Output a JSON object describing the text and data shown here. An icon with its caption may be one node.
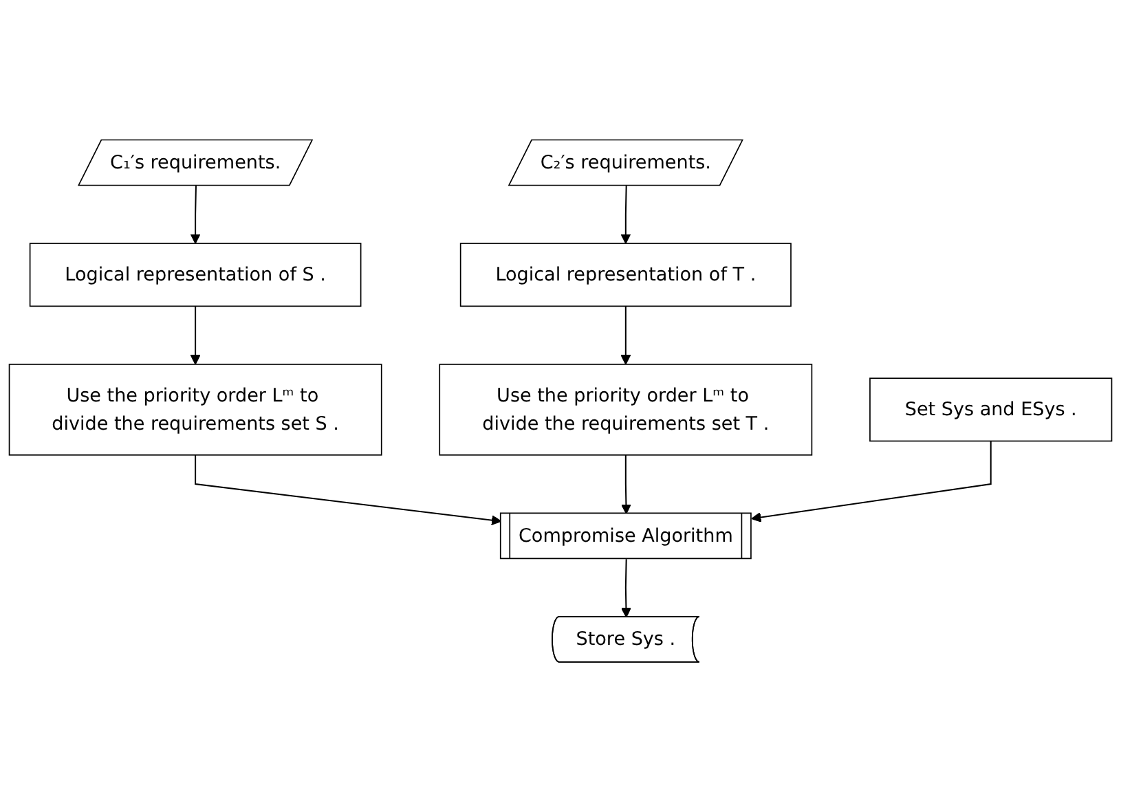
{
  "diagram": {
    "nodes": [
      {
        "text": [
          "C₁′s requirements."
        ]
      },
      {
        "text": [
          "Logical representation of S ."
        ]
      },
      {
        "text": [
          "Use the priority order Lᵐ to divide the requirements set S ."
        ]
      },
      {
        "text": [
          "C₂′s requirements."
        ]
      },
      {
        "text": [
          "Logical representation of T ."
        ]
      },
      {
        "text": [
          "Use the priority order Lᵐ to divide the requirements set T ."
        ]
      },
      {
        "text": [
          "Set Sys and ESys ."
        ]
      },
      {
        "text": [
          "Compromise Algorithm"
        ]
      },
      {
        "text": [
          "Store Sys ."
        ]
      }
    ],
    "edges": [
      {
        "from": 0,
        "to": 1,
        "arrow": "to"
      },
      {
        "from": 1,
        "to": 2,
        "arrow": "to"
      },
      {
        "from": 3,
        "to": 4,
        "arrow": "to"
      },
      {
        "from": 4,
        "to": 5,
        "arrow": "to"
      },
      {
        "from": 2,
        "to": 7,
        "arrow": "to"
      },
      {
        "from": 5,
        "to": 7,
        "arrow": "to"
      },
      {
        "from": 6,
        "to": 7,
        "arrow": "to"
      },
      {
        "from": 7,
        "to": 8,
        "arrow": "to"
      }
    ]
  }
}
